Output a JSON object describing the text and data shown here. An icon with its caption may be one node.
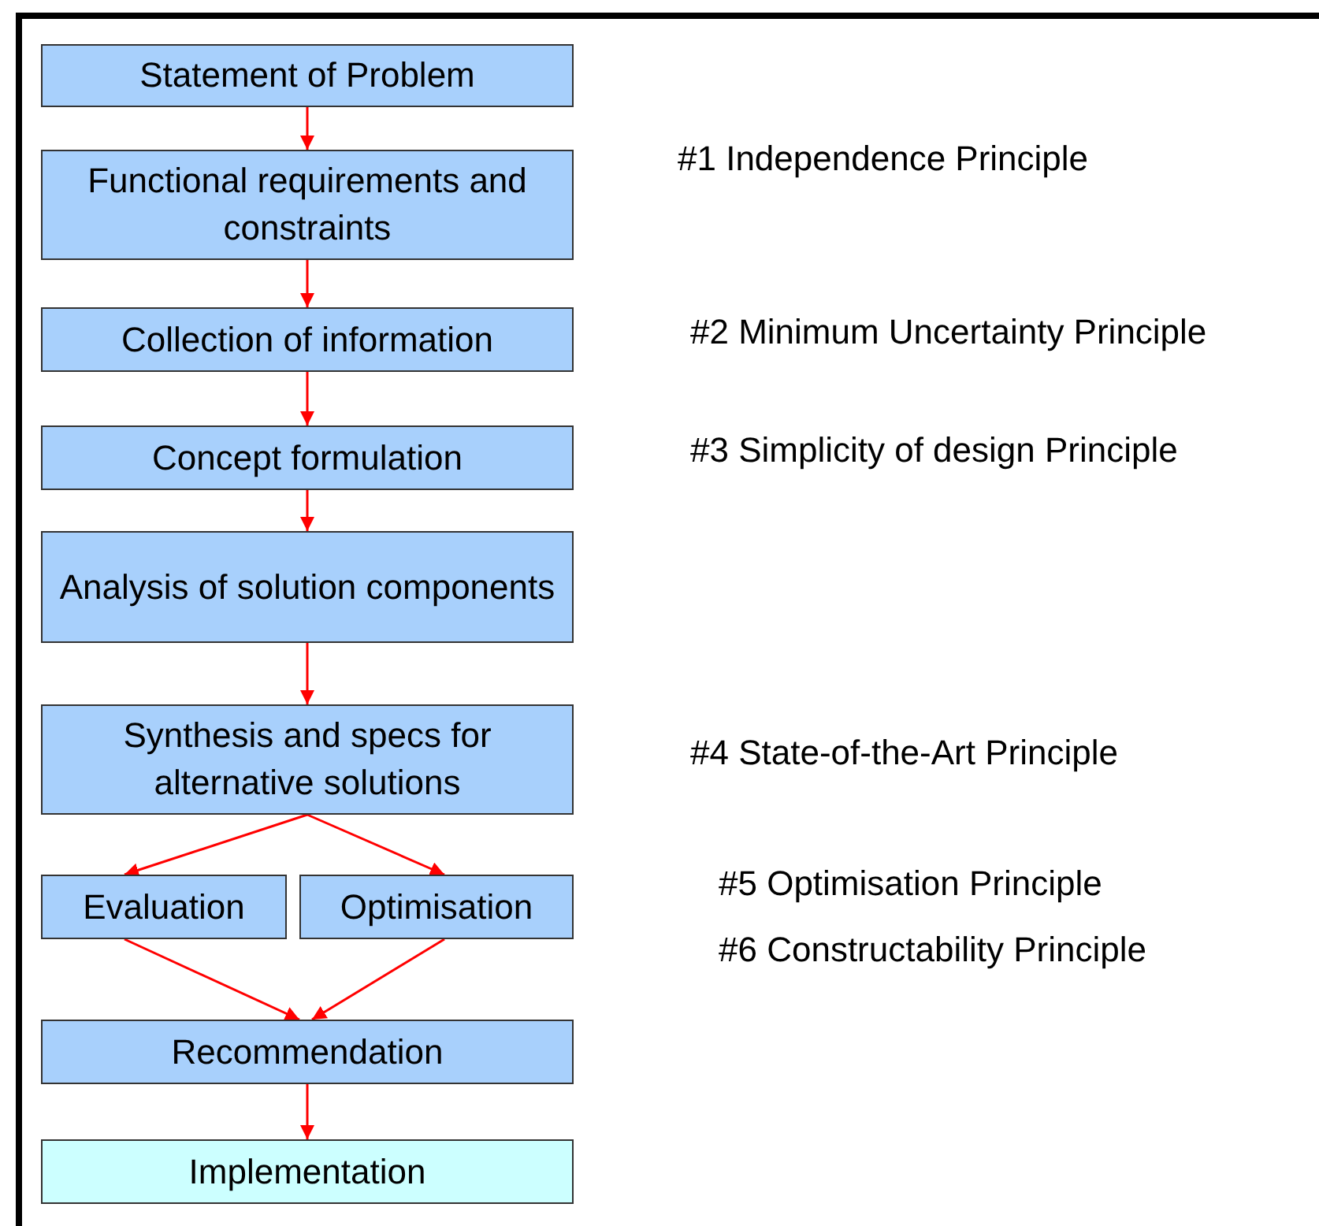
{
  "diagram": {
    "nodes": [
      {
        "text": [
          "Statement of Problem"
        ]
      },
      {
        "text": [
          "Functional requirements and constraints"
        ]
      },
      {
        "text": [
          "Collection of information"
        ]
      },
      {
        "text": [
          "Concept formulation"
        ]
      },
      {
        "text": [
          "Analysis of solution components"
        ]
      },
      {
        "text": [
          "Synthesis and specs for alternative solutions"
        ]
      },
      {
        "text": [
          "Evaluation"
        ]
      },
      {
        "text": [
          "Optimisation"
        ]
      },
      {
        "text": [
          "Recommendation"
        ]
      },
      {
        "text": [
          "Implementation"
        ]
      }
    ],
    "edges": [
      {
        "from": 0,
        "to": 1,
        "arrow": "to"
      },
      {
        "from": 1,
        "to": 2,
        "arrow": "to"
      },
      {
        "from": 2,
        "to": 3,
        "arrow": "to"
      },
      {
        "from": 3,
        "to": 4,
        "arrow": "to"
      },
      {
        "from": 4,
        "to": 5,
        "arrow": "to"
      },
      {
        "from": 5,
        "to": 6,
        "arrow": "to"
      },
      {
        "from": 5,
        "to": 7,
        "arrow": "to"
      },
      {
        "from": 6,
        "to": 8,
        "arrow": "to"
      },
      {
        "from": 7,
        "to": 8,
        "arrow": "to"
      },
      {
        "from": 8,
        "to": 9,
        "arrow": "to"
      }
    ],
    "labels": [
      "#1 Independence Principle",
      "#2 Minimum Uncertainty Principle",
      "#3 Simplicity of design Principle",
      "#4 State-of-the-Art Principle",
      "#5 Optimisation Principle",
      "#6 Constructability Principle"
    ]
  }
}
